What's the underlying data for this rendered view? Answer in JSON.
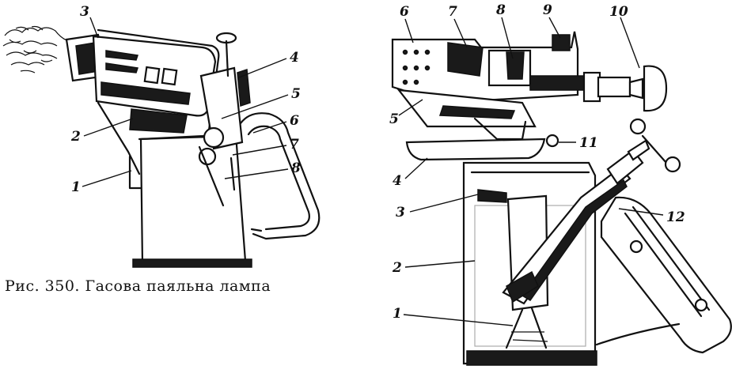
{
  "caption": "Рис. 350. Гасова паяльна лампа",
  "left_labels": [
    "3",
    "4",
    "5",
    "6",
    "7",
    "8",
    "2",
    "1"
  ],
  "right_labels": [
    "6",
    "7",
    "8",
    "9",
    "10",
    "5",
    "11",
    "4",
    "3",
    "12",
    "2",
    "1"
  ]
}
